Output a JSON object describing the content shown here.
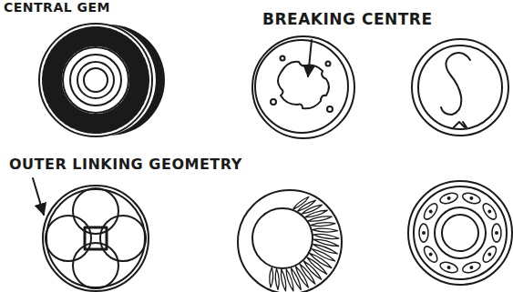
{
  "diagram": {
    "labels": [
      "CENTRAL GEM",
      "BREAKING CENTRE",
      "OUTER LINKING GEOMETRY"
    ]
  }
}
